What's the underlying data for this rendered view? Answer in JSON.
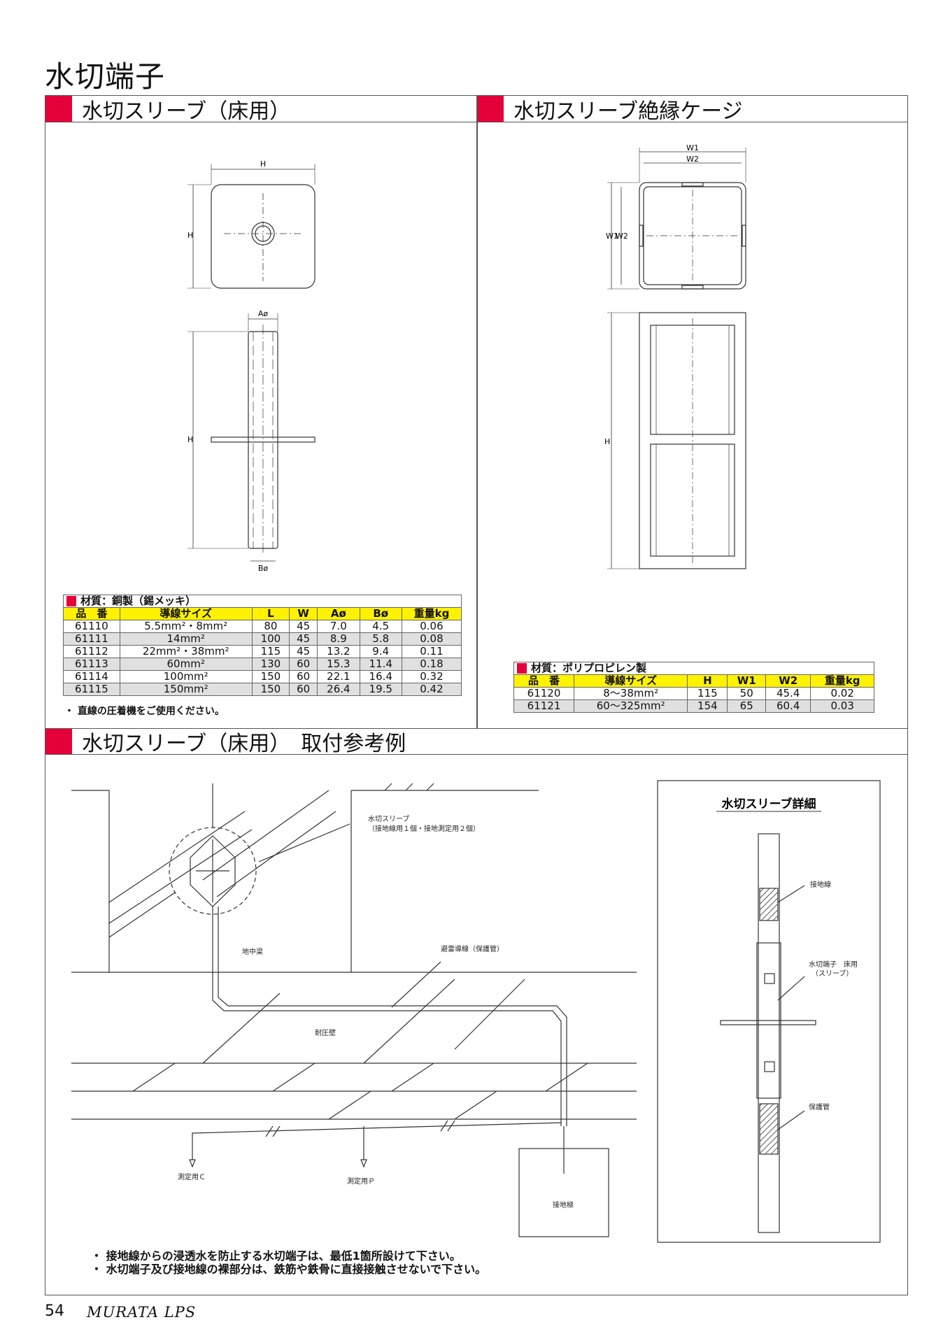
{
  "page": {
    "title": "水切端子",
    "page_number": "54",
    "brand": "MURATA LPS"
  },
  "sections": {
    "sleeve_floor": {
      "title": "水切スリーブ（床用）"
    },
    "sleeve_cage": {
      "title": "水切スリーブ絶縁ケージ"
    },
    "install": {
      "title": "水切スリーブ（床用）　取付参考例"
    }
  },
  "drawing_labels": {
    "h": "H",
    "a_dia": "Aø",
    "b_dia": "Bø",
    "w1": "W1",
    "w2": "W2"
  },
  "table_sleeve": {
    "material": "材質：銅製（錫メッキ）",
    "headers": [
      "品　番",
      "導線サイズ",
      "L",
      "W",
      "Aø",
      "Bø",
      "重量kg"
    ],
    "rows": [
      [
        "61110",
        "5.5mm²・8mm²",
        "80",
        "45",
        "7.0",
        "4.5",
        "0.06"
      ],
      [
        "61111",
        "14mm²",
        "100",
        "45",
        "8.9",
        "5.8",
        "0.08"
      ],
      [
        "61112",
        "22mm²・38mm²",
        "115",
        "45",
        "13.2",
        "9.4",
        "0.11"
      ],
      [
        "61113",
        "60mm²",
        "130",
        "60",
        "15.3",
        "11.4",
        "0.18"
      ],
      [
        "61114",
        "100mm²",
        "150",
        "60",
        "22.1",
        "16.4",
        "0.32"
      ],
      [
        "61115",
        "150mm²",
        "150",
        "60",
        "26.4",
        "19.5",
        "0.42"
      ]
    ],
    "note": "・ 直線の圧着機をご使用ください。"
  },
  "table_cage": {
    "material": "材質：ポリプロピレン製",
    "headers": [
      "品　番",
      "導線サイズ",
      "H",
      "W1",
      "W2",
      "重量kg"
    ],
    "rows": [
      [
        "61120",
        "8～38mm²",
        "115",
        "50",
        "45.4",
        "0.02"
      ],
      [
        "61121",
        "60～325mm²",
        "154",
        "65",
        "60.4",
        "0.03"
      ]
    ]
  },
  "install_labels": {
    "sleeve_callout_1": "水切スリーブ",
    "sleeve_callout_2": "（接地線用１個・接地測定用２個）",
    "beam": "地中梁",
    "conductor": "避雷導線（保護管）",
    "wall": "耐圧壁",
    "measure_c": "測定用Ｃ",
    "measure_p": "測定用Ｐ",
    "electrode": "接地極",
    "detail_title": "水切スリーブ詳細",
    "ground_wire": "接地線",
    "terminal_1": "水切端子　床用",
    "terminal_2": "（スリーブ）",
    "protect_pipe": "保護管"
  },
  "notes": [
    "・ 接地線からの浸透水を防止する水切端子は、最低1箇所設けて下さい。",
    "・ 水切端子及び接地線の裸部分は、鉄筋や鉄骨に直接接触させないで下さい。"
  ]
}
